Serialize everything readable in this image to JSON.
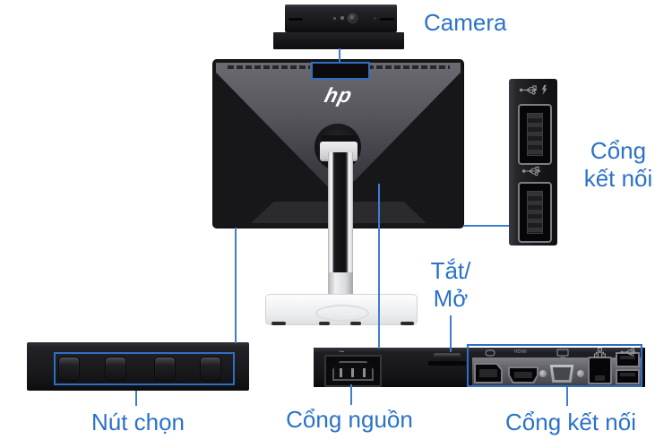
{
  "annotations": {
    "camera": {
      "label": "Camera"
    },
    "side_ports": {
      "line1": "Cổng",
      "line2": "kết nối"
    },
    "power_toggle": {
      "line1": "Tắt/",
      "line2": "Mở"
    },
    "select_buttons": {
      "label": "Nút chọn"
    },
    "power_port": {
      "label": "Cổng nguồn"
    },
    "rear_ports": {
      "label": "Cổng kết nối"
    }
  },
  "monitor": {
    "brand_logo": "hp"
  },
  "rear_panel": {
    "power_symbol": "~",
    "hdmi_label": "HDMI"
  },
  "icons": [
    "usb-charge-icon",
    "usb-icon",
    "displayport-icon",
    "hdmi-port",
    "vga-monitor-icon",
    "ethernet-icon",
    "usb-trident-icon"
  ],
  "colors": {
    "label_blue": "#2b72c8",
    "callout_line_blue": "#3d7ed2",
    "highlight_box_blue": "#2e6fc4",
    "background": "#ffffff"
  }
}
